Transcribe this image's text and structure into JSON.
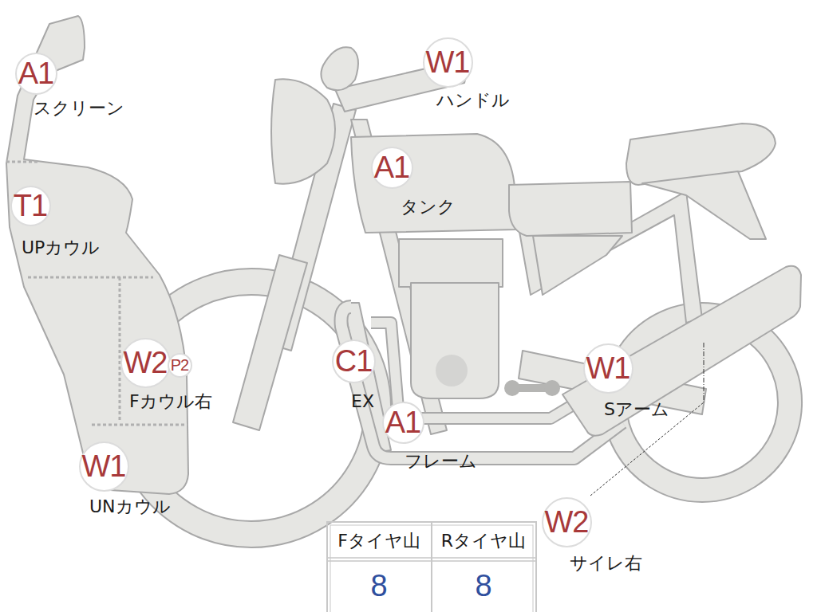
{
  "diagram": {
    "nodes": [
      {
        "text": [
          "A1",
          "スクリーン"
        ]
      },
      {
        "text": [
          "W1",
          "ハンドル"
        ]
      },
      {
        "text": [
          "A1",
          "タンク"
        ]
      },
      {
        "text": [
          "T1",
          "UPカウル"
        ]
      },
      {
        "text": [
          "C1",
          "EX"
        ]
      },
      {
        "text": [
          "W2",
          "Fカウル右"
        ]
      },
      {
        "text": [
          "P2"
        ]
      },
      {
        "text": [
          "W1",
          "Sアーム"
        ]
      },
      {
        "text": [
          "A1",
          "フレーム"
        ]
      },
      {
        "text": [
          "W1",
          "UNカウル"
        ]
      },
      {
        "text": [
          "W2",
          "サイレ右"
        ]
      }
    ],
    "edges": [],
    "labels": [
      "Fタイヤ山",
      "Rタイヤ山",
      "8",
      "8"
    ]
  }
}
